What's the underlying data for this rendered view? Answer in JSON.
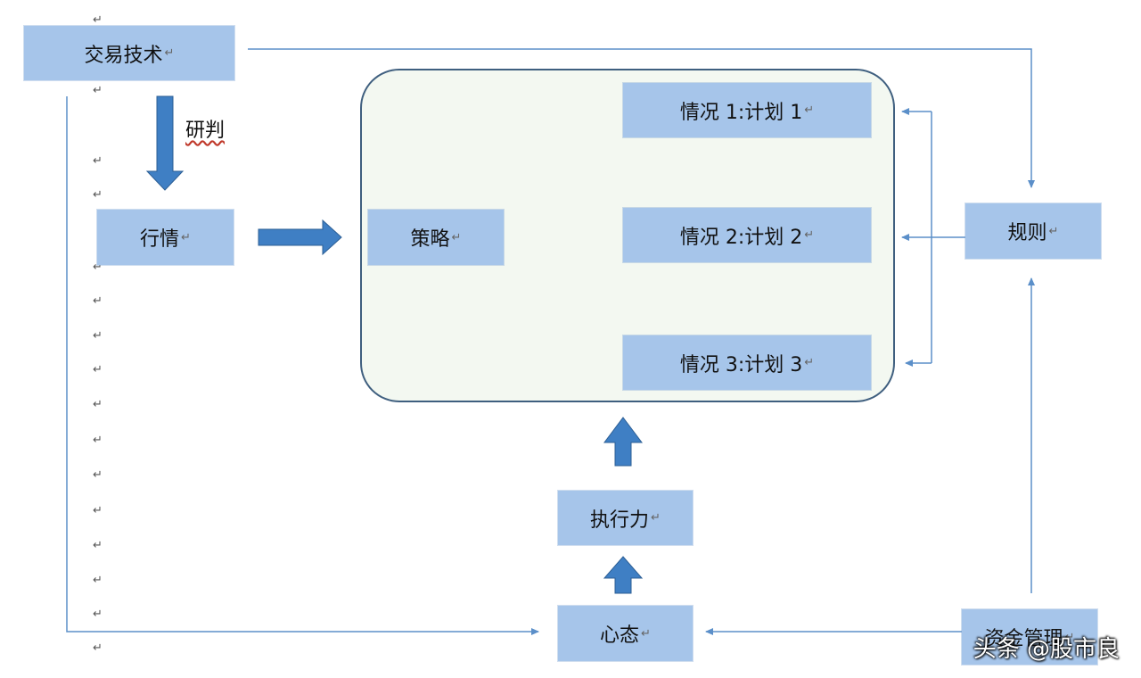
{
  "diagram": {
    "nodes": {
      "trading_tech": "交易技术",
      "market": "行情",
      "strategy": "策略",
      "case1": "情况 1:计划 1",
      "case2": "情况 2:计划 2",
      "case3": "情况 3:计划 3",
      "rules": "规则",
      "execution": "执行力",
      "mindset": "心态",
      "money_mgmt": "资金管理"
    },
    "edge_labels": {
      "research": "研判"
    },
    "return_mark": "↵"
  },
  "watermark": "头条 @股市良",
  "colors": {
    "box_fill": "#a6c5ea",
    "arrow_fill": "#3f7fc4",
    "line": "#5b8fc9",
    "panel_border": "#3f5f7f",
    "panel_fill": "#f3f8f1"
  }
}
